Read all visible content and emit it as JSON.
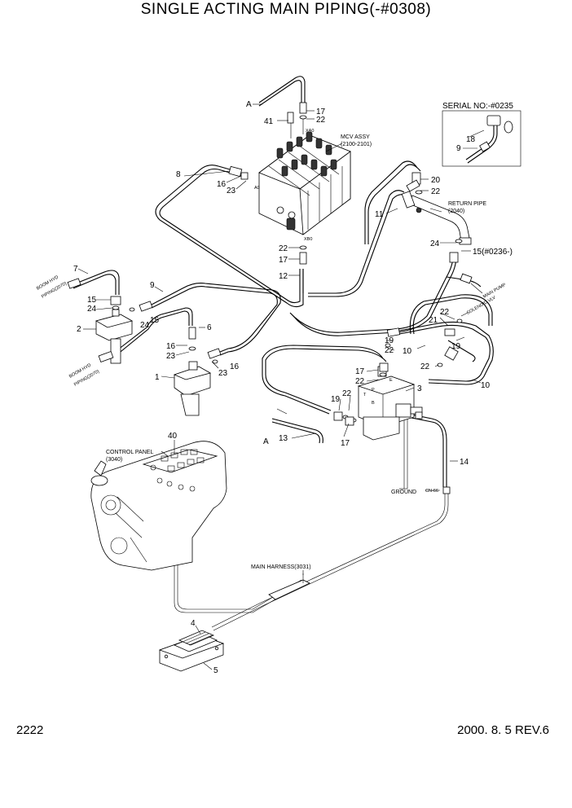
{
  "header": {
    "title": "SINGLE ACTING MAIN PIPING(-#0308)"
  },
  "footer": {
    "page_number": "2222",
    "revision": "2000. 8. 5 REV.6"
  },
  "callouts": {
    "n1": "1",
    "n2": "2",
    "n3": "3",
    "n4": "4",
    "n5": "5",
    "n6": "6",
    "n7": "7",
    "n8": "8",
    "n9": "9",
    "n9b": "9",
    "n10a": "10",
    "n10b": "10",
    "n11": "11",
    "n12": "12",
    "n13": "13",
    "n14": "14",
    "n15a": "15",
    "n15b": "15",
    "n15c": "15(#0236-)",
    "n16a": "16",
    "n16b": "16",
    "n16c": "16",
    "n17a": "17",
    "n17b": "17",
    "n17c": "17",
    "n17d": "17",
    "n18": "18",
    "n19a": "19",
    "n19b": "19",
    "n19c": "19",
    "n20": "20",
    "n21": "21",
    "n22a": "22",
    "n22b": "22",
    "n22c": "22",
    "n22d": "22",
    "n22e": "22",
    "n22f": "22",
    "n22g": "22",
    "n23a": "23",
    "n23b": "23",
    "n23c": "23",
    "n24a": "24",
    "n24b": "24",
    "n24c": "24",
    "n40": "40",
    "n41": "41"
  },
  "labels": {
    "a_top": "A",
    "a_mid": "A",
    "mcv_assy": "MCV ASSY",
    "mcv_ref": "(2100-2101)",
    "serial_no": "SERIAL NO:-#0235",
    "return_pipe": "RETURN PIPE",
    "return_ref": "(2040)",
    "main_pump": "MAIN PUMP",
    "solenoid": "SOLENOID VLV",
    "boom_hyd_1": "BOOM HYD",
    "boom_piping_1": "PIPING(2070)",
    "boom_hyd_2": "BOOM HYD",
    "boom_piping_2": "PIPING(2070)",
    "control_panel": "CONTROL PANEL",
    "control_ref": "(3040)",
    "ground": "GROUND",
    "cn66": "CN-66",
    "main_harness": "MAIN HARNESS(3031)",
    "xa0": "XA0",
    "a0": "A0",
    "xb0": "XB0",
    "port_p": "P",
    "port_e": "E",
    "port_b": "B",
    "port_t": "T"
  }
}
